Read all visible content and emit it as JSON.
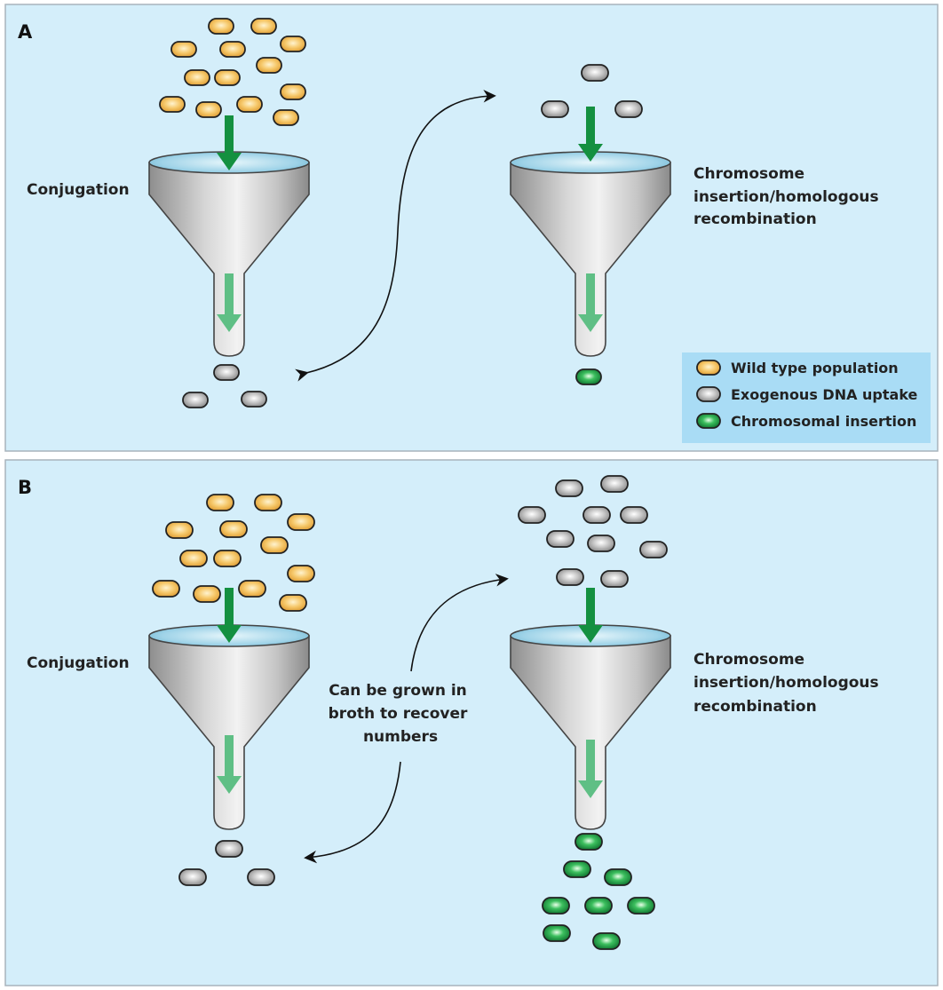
{
  "panels": [
    {
      "letter": "A",
      "left_label": "Conjugation",
      "right_label_lines": [
        "Chromosome",
        "insertion/homologous",
        "recombination"
      ],
      "middle_label_lines": [],
      "legend": {
        "items": [
          {
            "label": "Wild type population",
            "kind": "wildtype"
          },
          {
            "label": "Exogenous DNA uptake",
            "kind": "exogenous"
          },
          {
            "label": "Chromosomal insertion",
            "kind": "insertion"
          }
        ]
      }
    },
    {
      "letter": "B",
      "left_label": "Conjugation",
      "right_label_lines": [
        "Chromosome",
        "insertion/homologous",
        "recombination"
      ],
      "middle_label_lines": [
        "Can be grown in",
        "broth to recover",
        "numbers"
      ]
    }
  ],
  "colors": {
    "panel_bg": "#d4eefa",
    "panel_border": "#a8b4bc",
    "legend_bg": "#a9dcf5",
    "wildtype": "#f0bc55",
    "exogenous": "#b8b8b8",
    "insertion": "#22a04a",
    "arrow_dark": "#149040",
    "arrow_light": "#5fbf85"
  }
}
